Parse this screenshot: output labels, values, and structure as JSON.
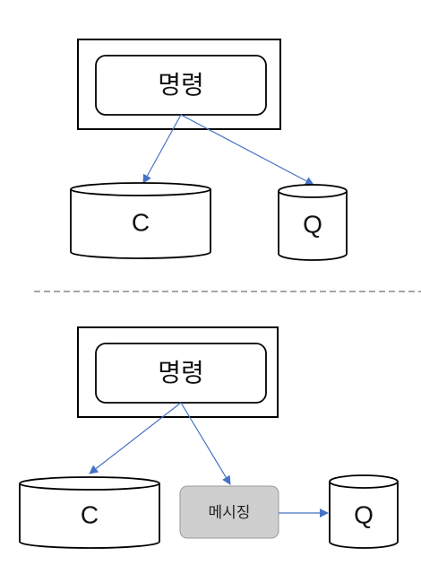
{
  "top": {
    "command_label": "명령",
    "store_c_label": "C",
    "store_q_label": "Q"
  },
  "bottom": {
    "command_label": "명령",
    "store_c_label": "C",
    "messaging_label": "메시징",
    "store_q_label": "Q"
  },
  "colors": {
    "stroke": "#000000",
    "arrow": "#4472C4",
    "divider": "#a6a6a6",
    "messaging_fill": "#cfcfcf",
    "messaging_stroke": "#9a9a9a"
  }
}
